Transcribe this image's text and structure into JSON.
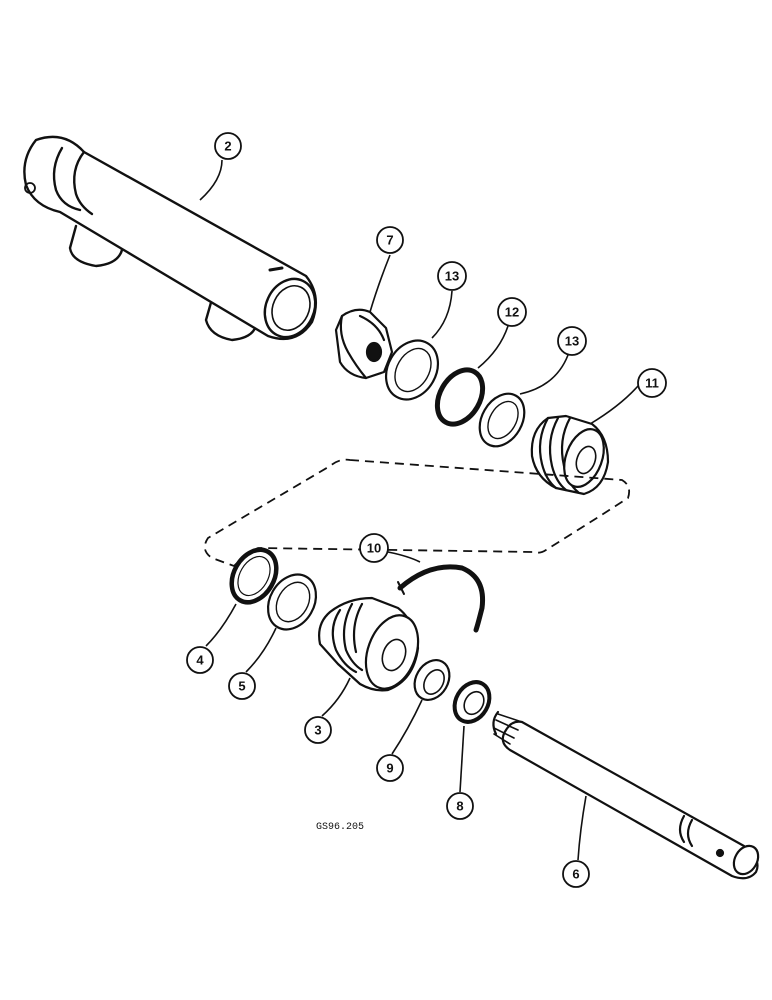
{
  "drawing": {
    "code": "GS96.205",
    "ink_color": "#111111",
    "background": "#ffffff"
  },
  "callouts": [
    {
      "id": "part-2",
      "label": "2"
    },
    {
      "id": "part-7",
      "label": "7"
    },
    {
      "id": "part-13a",
      "label": "13"
    },
    {
      "id": "part-12",
      "label": "12"
    },
    {
      "id": "part-13b",
      "label": "13"
    },
    {
      "id": "part-11",
      "label": "11"
    },
    {
      "id": "part-10",
      "label": "10"
    },
    {
      "id": "part-4",
      "label": "4"
    },
    {
      "id": "part-5",
      "label": "5"
    },
    {
      "id": "part-3",
      "label": "3"
    },
    {
      "id": "part-9",
      "label": "9"
    },
    {
      "id": "part-8",
      "label": "8"
    },
    {
      "id": "part-6",
      "label": "6"
    }
  ]
}
